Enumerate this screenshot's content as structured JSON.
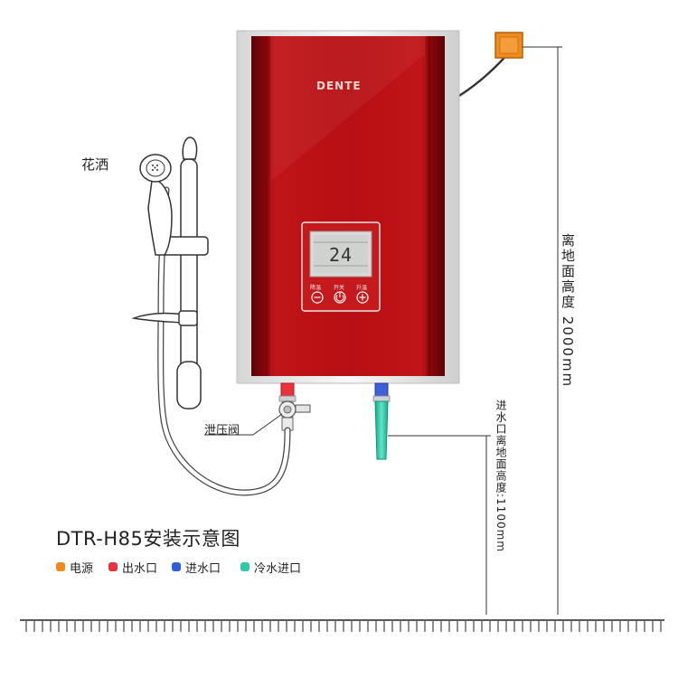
{
  "title": "DTR-H85安装示意图",
  "shower_label": "花洒",
  "valve_label": "泄压阀",
  "brand": "DENTE",
  "display": {
    "temperature": "24",
    "control_labels": [
      "降温",
      "开关",
      "升温"
    ]
  },
  "dimension_main": "离地面高度 2000mm",
  "dimension_inlet": "进水口离地面高度:1100mm",
  "legend": [
    {
      "label": "电源",
      "color": "#f08a1c"
    },
    {
      "label": "出水口",
      "color": "#e8323c"
    },
    {
      "label": "进水口",
      "color": "#2f5fd8"
    },
    {
      "label": "冷水进口",
      "color": "#2fc9a8"
    }
  ],
  "colors": {
    "heater_red": "#b40f14",
    "heater_frame": "#e9e9e9",
    "power_box": "#f08a1c",
    "inlet_blue": "#3d5fd8",
    "outlet_red": "#e8323c",
    "cold_pipe": "#2fc9a8"
  }
}
